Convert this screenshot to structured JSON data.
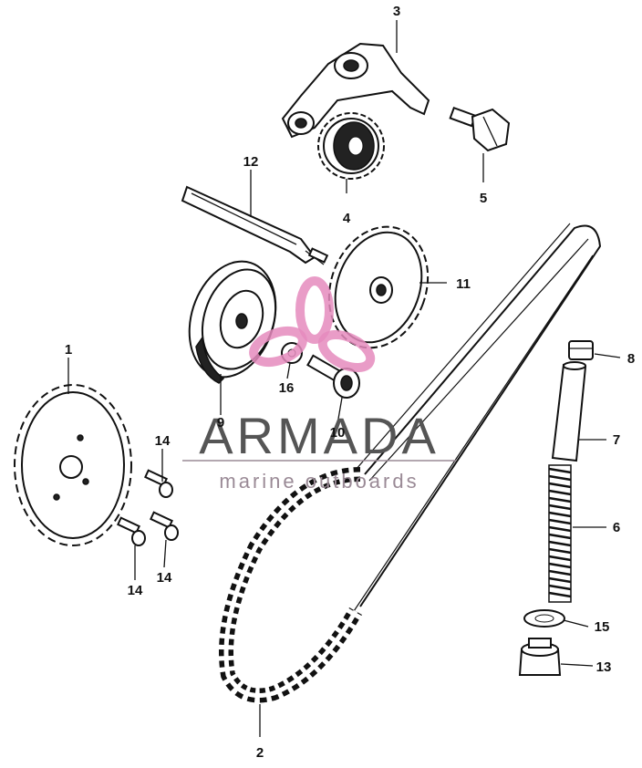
{
  "watermark": {
    "brand": "ARMADA",
    "tagline": "marine outboards",
    "logo_color": "#e58bbd"
  },
  "callouts": [
    {
      "id": "1",
      "label": "1"
    },
    {
      "id": "2",
      "label": "2"
    },
    {
      "id": "3",
      "label": "3"
    },
    {
      "id": "4",
      "label": "4"
    },
    {
      "id": "5",
      "label": "5"
    },
    {
      "id": "6",
      "label": "6"
    },
    {
      "id": "7",
      "label": "7"
    },
    {
      "id": "8",
      "label": "8"
    },
    {
      "id": "9",
      "label": "9"
    },
    {
      "id": "10",
      "label": "10"
    },
    {
      "id": "11",
      "label": "11"
    },
    {
      "id": "12",
      "label": "12"
    },
    {
      "id": "13",
      "label": "13"
    },
    {
      "id": "14a",
      "label": "14"
    },
    {
      "id": "14b",
      "label": "14"
    },
    {
      "id": "14c",
      "label": "14"
    },
    {
      "id": "15",
      "label": "15"
    },
    {
      "id": "16",
      "label": "16"
    }
  ]
}
